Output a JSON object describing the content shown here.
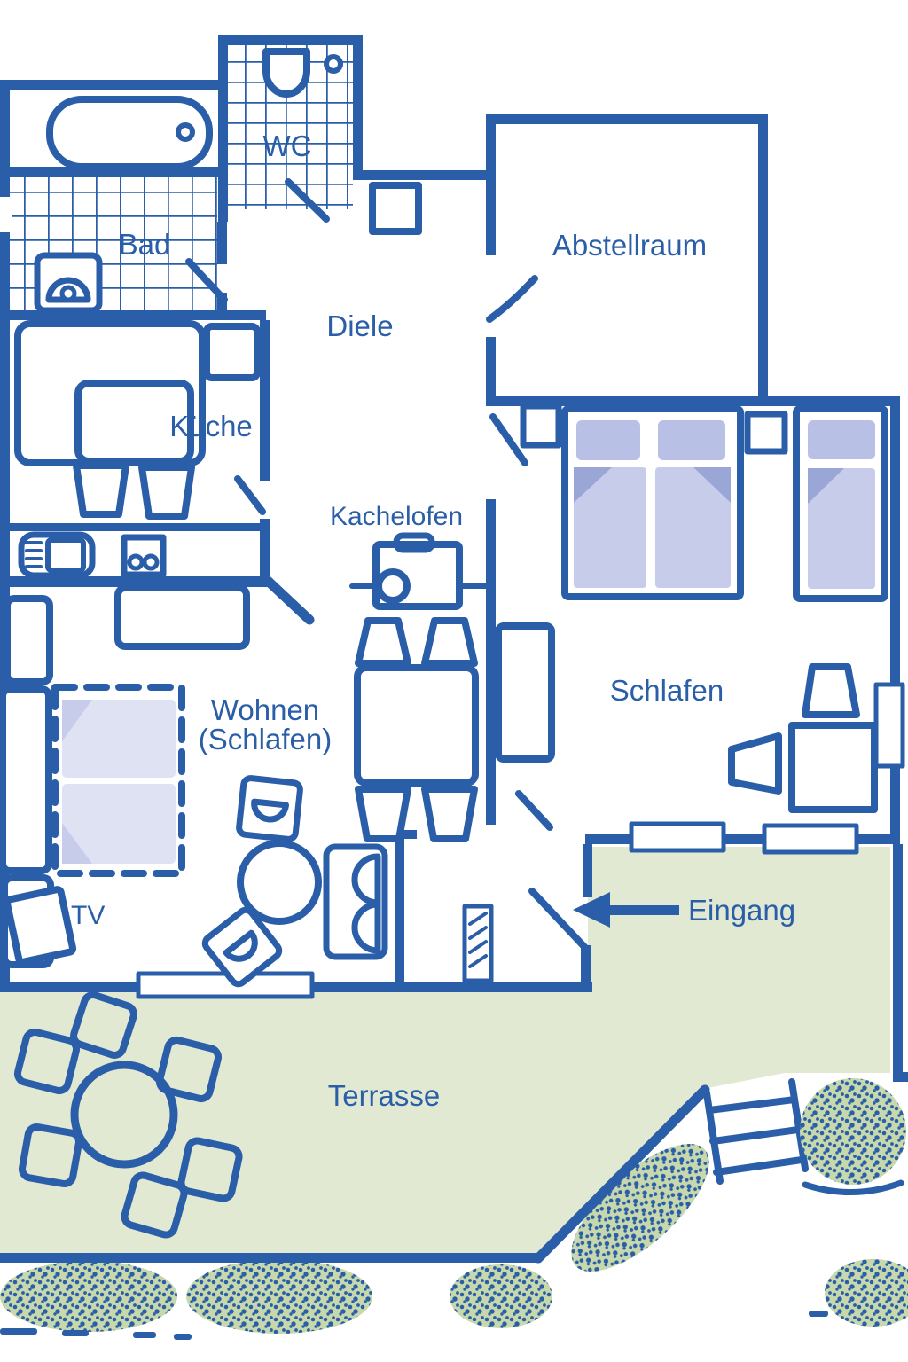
{
  "type": "floor-plan",
  "language": "de",
  "labels": {
    "wc": "WC",
    "bad": "Bad",
    "diele": "Diele",
    "abstellraum": "Abstellraum",
    "kueche": "Küche",
    "kachelofen": "Kachelofen",
    "wohnen_line1": "Wohnen",
    "wohnen_line2": "(Schlafen)",
    "schlafen": "Schlafen",
    "eingang": "Eingang",
    "tv": "TV",
    "terrasse": "Terrasse"
  },
  "colors": {
    "line_blue": "#2a5ea8",
    "terrace_green": "#e2e9d3",
    "hedge_green": "#c8d8ad",
    "stove_green": "#b7d3a0",
    "bed_lavender": "#c7cceb",
    "bed_pillow": "#b9c0e6",
    "bed_fold": "#9aa6d6",
    "sofa_bed_light": "#dfe2f2",
    "background": "#ffffff"
  }
}
